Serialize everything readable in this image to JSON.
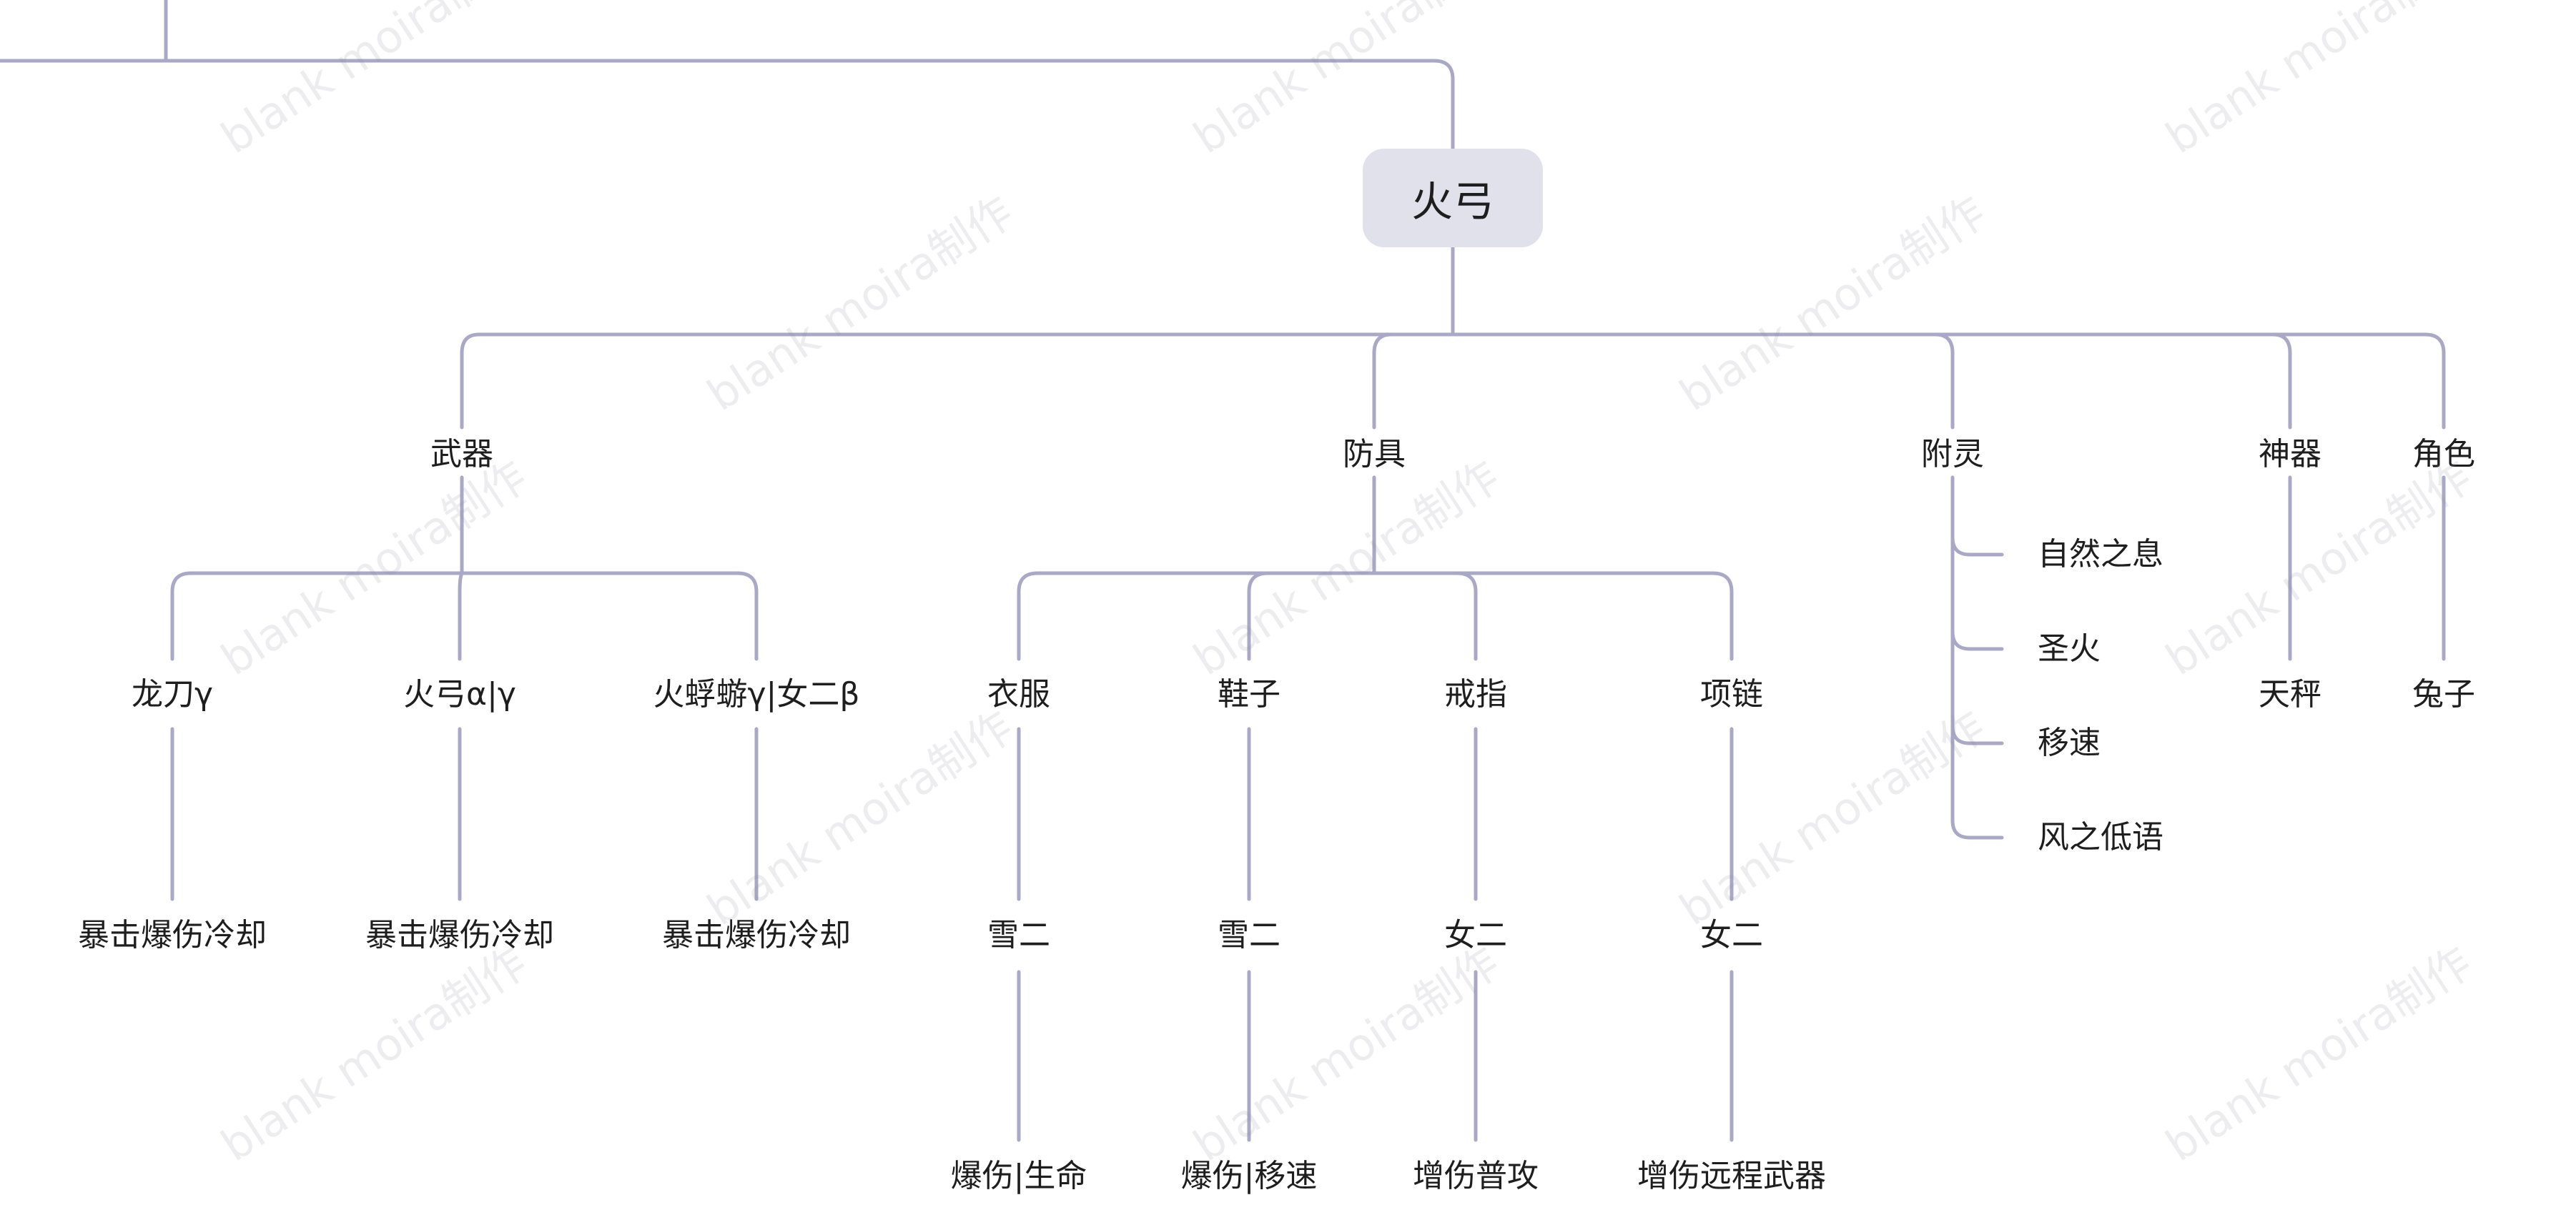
{
  "watermark_text": "blank moira制作",
  "line_color": "#a9a8c6",
  "root_fill": "#e1e1eb",
  "root": {
    "label": "火弓"
  },
  "categories": [
    {
      "id": "weapon",
      "label": "武器"
    },
    {
      "id": "armor",
      "label": "防具"
    },
    {
      "id": "enchant",
      "label": "附灵"
    },
    {
      "id": "artifact",
      "label": "神器"
    },
    {
      "id": "character",
      "label": "角色"
    }
  ],
  "weapon_items": [
    {
      "label": "龙刀γ",
      "detail": "暴击爆伤冷却"
    },
    {
      "label": "火弓α|γ",
      "detail": "暴击爆伤冷却"
    },
    {
      "label": "火蜉蝣γ|女二β",
      "detail": "暴击爆伤冷却"
    }
  ],
  "armor_items": [
    {
      "label": "衣服",
      "set": "雪二",
      "stat": "爆伤|生命"
    },
    {
      "label": "鞋子",
      "set": "雪二",
      "stat": "爆伤|移速"
    },
    {
      "label": "戒指",
      "set": "女二",
      "stat": "增伤普攻"
    },
    {
      "label": "项链",
      "set": "女二",
      "stat": "增伤远程武器"
    }
  ],
  "enchant_items": [
    "自然之息",
    "圣火",
    "移速",
    "风之低语"
  ],
  "artifact_item": "天秤",
  "character_item": "兔子"
}
